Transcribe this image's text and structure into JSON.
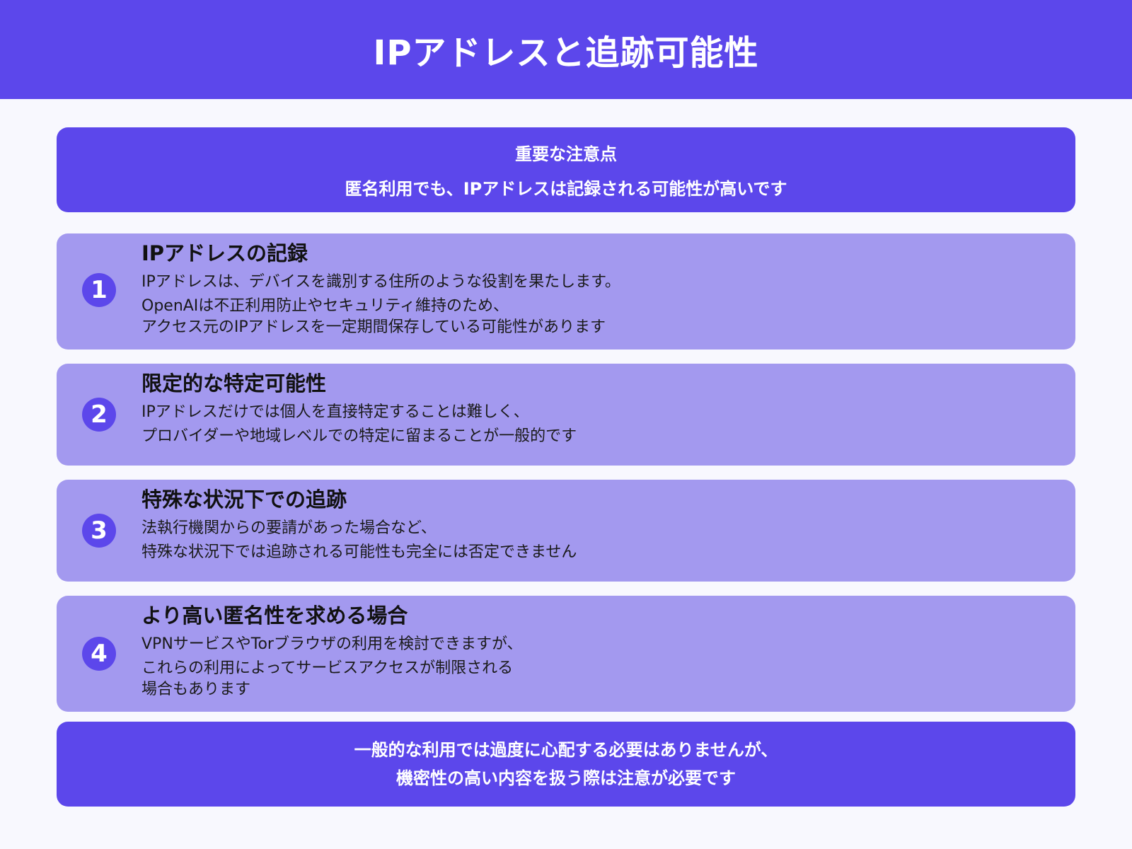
{
  "header": {
    "title": "IPアドレスと追跡可能性"
  },
  "summary": {
    "heading": "重要な注意点",
    "text": "匿名利用でも、IPアドレスは記録される可能性が高いです"
  },
  "cards": [
    {
      "number": "1",
      "title": "IPアドレスの記録",
      "lines": [
        "IPアドレスは、デバイスを識別する住所のような役割を果たします。",
        "OpenAIは不正利用防止やセキュリティ維持のため、",
        "アクセス元のIPアドレスを一定期間保存している可能性があります"
      ]
    },
    {
      "number": "2",
      "title": "限定的な特定可能性",
      "lines": [
        "IPアドレスだけでは個人を直接特定することは難しく、",
        "プロバイダーや地域レベルでの特定に留まることが一般的です"
      ]
    },
    {
      "number": "3",
      "title": "特殊な状況下での追跡",
      "lines": [
        "法執行機関からの要請があった場合など、",
        "特殊な状況下では追跡される可能性も完全には否定できません"
      ]
    },
    {
      "number": "4",
      "title": "より高い匿名性を求める場合",
      "lines": [
        "VPNサービスやTorブラウザの利用を検討できますが、",
        "これらの利用によってサービスアクセスが制限される",
        "場合もあります"
      ]
    }
  ],
  "footer": {
    "lines": [
      "一般的な利用では過度に心配する必要はありませんが、",
      "機密性の高い内容を扱う際は注意が必要です"
    ]
  },
  "colors": {
    "primary": "#5c47eb",
    "card_bg": "#a399ef",
    "page_bg": "#f8f8fe",
    "text_dark": "#111111",
    "text_light": "#ffffff"
  }
}
